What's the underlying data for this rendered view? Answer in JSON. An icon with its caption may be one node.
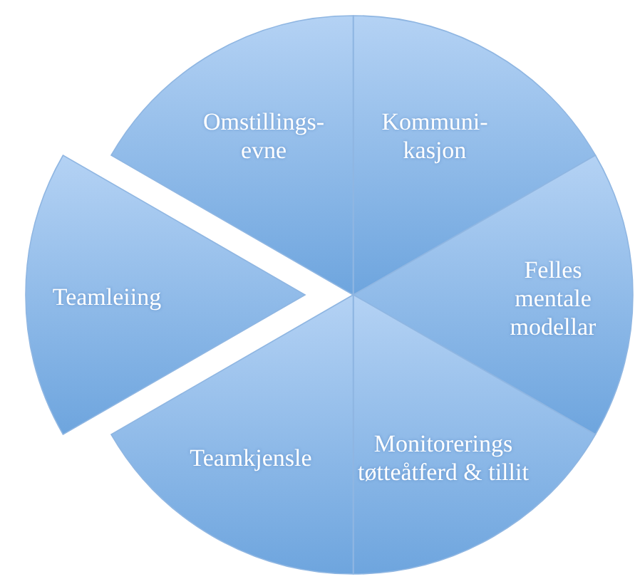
{
  "diagram": {
    "nodes": [
      {
        "text": [
          "Omstillings- evne"
        ]
      },
      {
        "text": [
          "Kommuni- kasjon"
        ]
      },
      {
        "text": [
          "Felles mentale modellar"
        ]
      },
      {
        "text": [
          "Monitorerings tøtteåtferd & tillit"
        ]
      },
      {
        "text": [
          "Teamkjensle"
        ]
      },
      {
        "text": [
          "Teamleiing"
        ]
      }
    ]
  }
}
